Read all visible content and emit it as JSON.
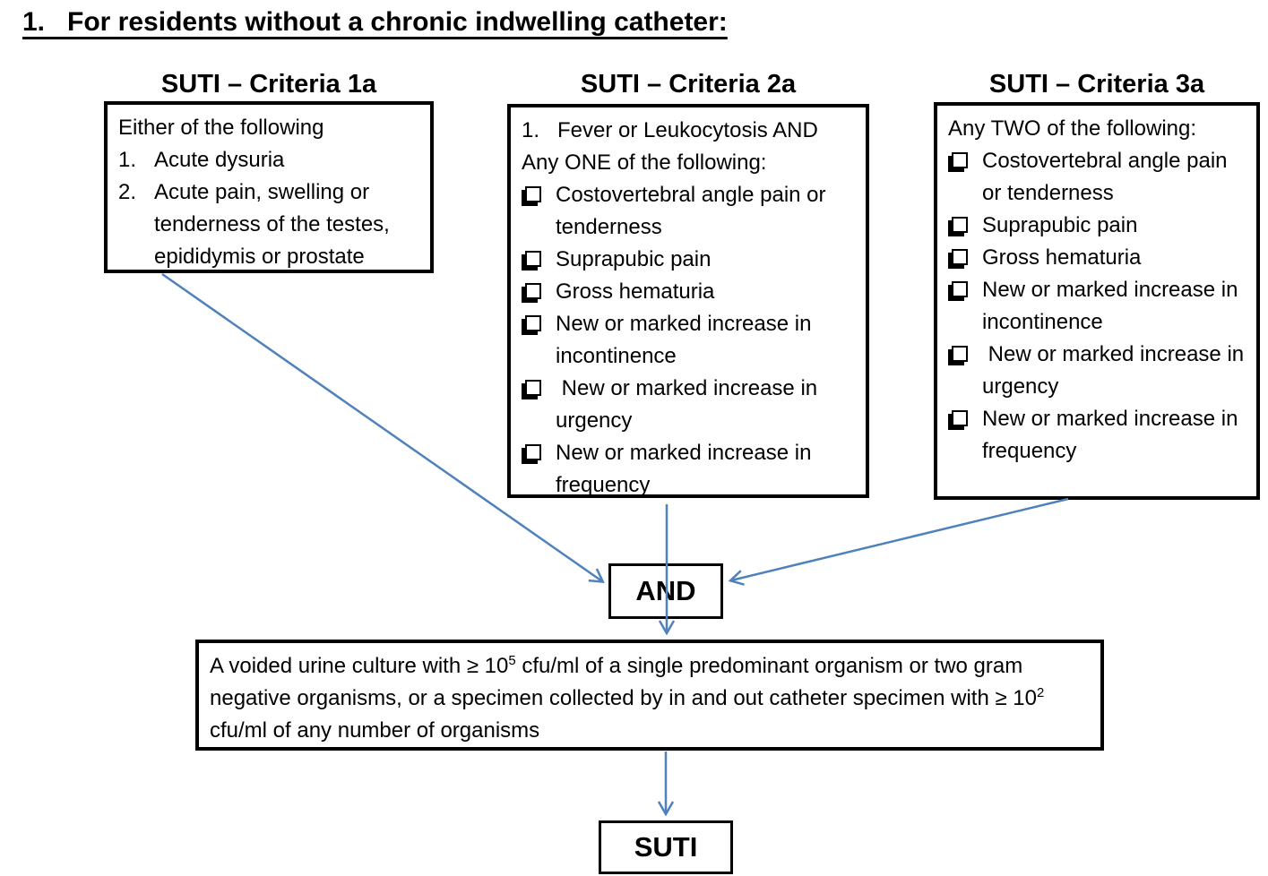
{
  "title": "1.   For residents without a chronic indwelling catheter:",
  "colors": {
    "arrow": "#4F81BD",
    "border": "#000000"
  },
  "criteria1": {
    "header": "SUTI – Criteria 1a",
    "intro": "Either of the following",
    "items": [
      "Acute dysuria",
      "Acute pain, swelling or tenderness of the testes, epididymis or prostate"
    ]
  },
  "criteria2": {
    "header": "SUTI – Criteria 2a",
    "line1": "1.   Fever or Leukocytosis AND",
    "line2": "Any ONE of the following:",
    "items": [
      "Costovertebral angle pain or tenderness",
      "Suprapubic pain",
      "Gross hematuria",
      "New or marked increase in incontinence",
      " New or marked increase in urgency",
      "New or marked increase in frequency"
    ]
  },
  "criteria3": {
    "header": "SUTI – Criteria 3a",
    "intro": "Any TWO of the following:",
    "items": [
      "Costovertebral angle pain or tenderness",
      "Suprapubic pain",
      "Gross hematuria",
      "New or marked increase in incontinence",
      " New or marked increase in urgency",
      "New or marked increase in frequency"
    ]
  },
  "and_label": "AND",
  "culture": {
    "part1": "A voided urine culture with ≥ 10",
    "sup1": "5",
    "part2": " cfu/ml of a single predominant organism or two gram negative organisms, or a specimen collected by in and out catheter specimen with ≥ 10",
    "sup2": "2",
    "part3": " cfu/ml of any number of organisms"
  },
  "suti_label": "SUTI"
}
